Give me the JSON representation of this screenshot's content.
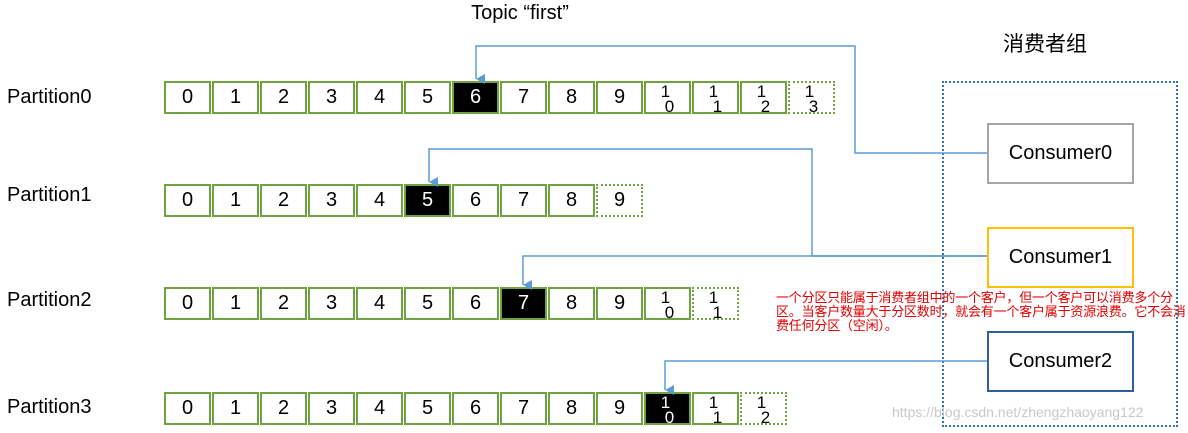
{
  "topic_title": "Topic “first”",
  "group_title": "消费者组",
  "partitions": [
    {
      "label": "Partition0",
      "cells": [
        "0",
        "1",
        "2",
        "3",
        "4",
        "5",
        "6",
        "7",
        "8",
        "9",
        "10",
        "11",
        "12",
        "13"
      ],
      "highlight": 6
    },
    {
      "label": "Partition1",
      "cells": [
        "0",
        "1",
        "2",
        "3",
        "4",
        "5",
        "6",
        "7",
        "8",
        "9"
      ],
      "highlight": 5
    },
    {
      "label": "Partition2",
      "cells": [
        "0",
        "1",
        "2",
        "3",
        "4",
        "5",
        "6",
        "7",
        "8",
        "9",
        "10",
        "11"
      ],
      "highlight": 7
    },
    {
      "label": "Partition3",
      "cells": [
        "0",
        "1",
        "2",
        "3",
        "4",
        "5",
        "6",
        "7",
        "8",
        "9",
        "10",
        "11",
        "12"
      ],
      "highlight": 10
    }
  ],
  "consumers": [
    {
      "label": "Consumer0",
      "border_color": "#a6a6a6"
    },
    {
      "label": "Consumer1",
      "border_color": "#ffc000"
    },
    {
      "label": "Consumer2",
      "border_color": "#2e5f9e"
    }
  ],
  "note": "一个分区只能属于消费者组中的一个客户，但一个客户可以消费多个分区。当客户数量大于分区数时，就会有一个客户属于资源浪费。它不会消费任何分区（空闲）。",
  "watermark": "https://blog.csdn.net/zhengzhaoyang122",
  "colors": {
    "cell_border": "#6fa33f",
    "connector": "#5b9bd5",
    "note": "#e00000",
    "group_border": "#2e75b6"
  }
}
